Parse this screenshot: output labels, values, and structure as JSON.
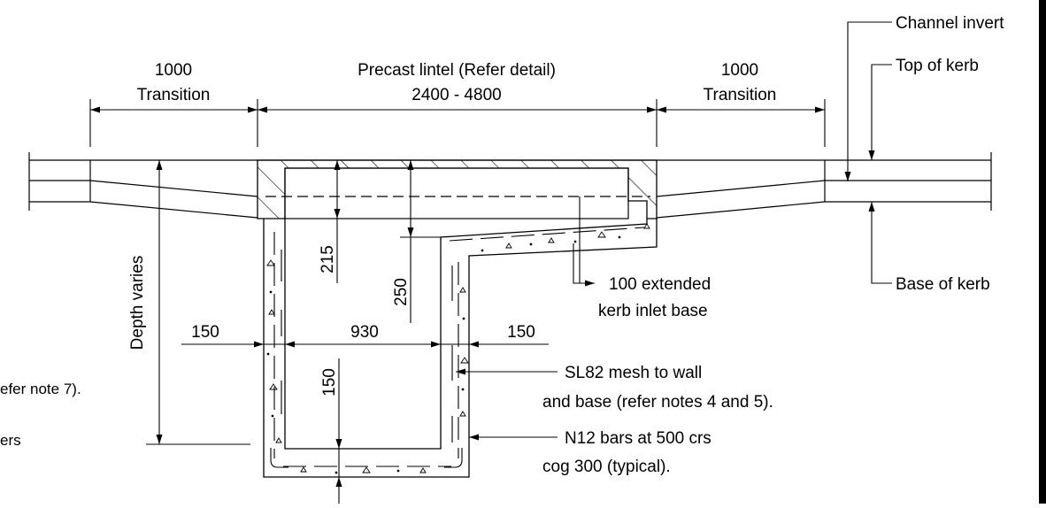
{
  "dimensions": {
    "left_transition_value": "1000",
    "left_transition_label": "Transition",
    "lintel_label": "Precast lintel (Refer detail)",
    "lintel_range": "2400 - 4800",
    "right_transition_value": "1000",
    "right_transition_label": "Transition",
    "depth_varies": "Depth varies",
    "dim_215": "215",
    "dim_250": "250",
    "dim_150_left": "150",
    "dim_930": "930",
    "dim_150_right": "150",
    "dim_150_vertical": "150"
  },
  "callouts": {
    "channel_invert": "Channel invert",
    "top_of_kerb": "Top of kerb",
    "base_of_kerb": "Base of kerb",
    "extended_base_line1": "100 extended",
    "extended_base_line2": "kerb inlet base",
    "mesh_line1": "SL82 mesh to wall",
    "mesh_line2": "and base (refer notes 4 and 5).",
    "bars_line1": "N12 bars at 500 crs",
    "bars_line2": "cog 300 (typical)."
  },
  "cut_off_notes": {
    "left_note_1": "efer note 7).",
    "left_note_2": "ers"
  }
}
